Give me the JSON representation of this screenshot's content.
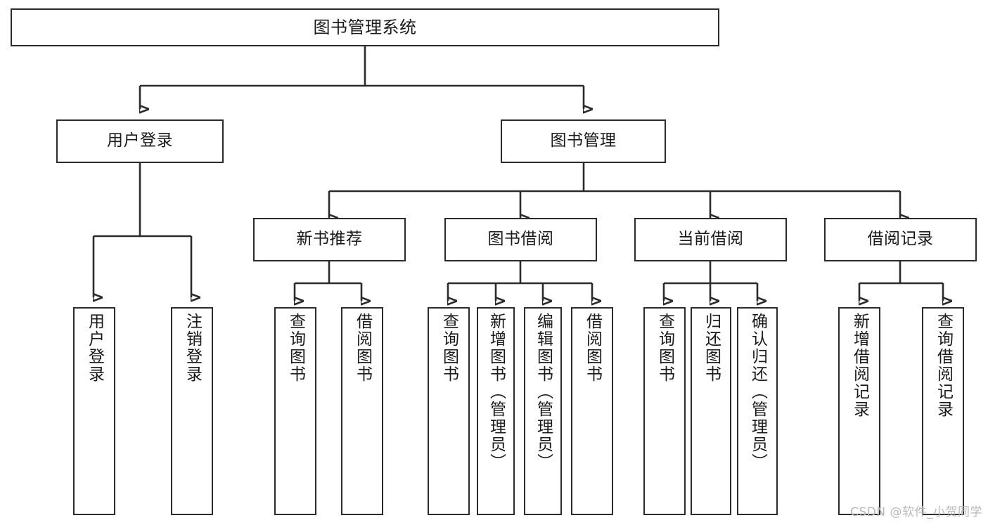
{
  "diagram": {
    "title": "图书管理系统",
    "watermark": "CSDN @软件_小贺同学",
    "colors": {
      "stroke": "#2b2b2b",
      "fill": "#ffffff",
      "text": "#1a1a1a",
      "watermark": "#b9b9b9"
    },
    "nodes": {
      "root": {
        "label": "图书管理系统"
      },
      "level1": [
        {
          "id": "user-login",
          "label": "用户登录"
        },
        {
          "id": "book-management",
          "label": "图书管理"
        }
      ],
      "level2": [
        {
          "id": "new-book-recommend",
          "label": "新书推荐"
        },
        {
          "id": "book-borrow",
          "label": "图书借阅"
        },
        {
          "id": "current-borrow",
          "label": "当前借阅"
        },
        {
          "id": "borrow-record",
          "label": "借阅记录"
        }
      ],
      "leaves": {
        "user_login": [
          {
            "id": "leaf-user-login",
            "label": "用户登录"
          },
          {
            "id": "leaf-logout",
            "label": "注销登录"
          }
        ],
        "new_book_recommend": [
          {
            "id": "leaf-query-book-1",
            "label": "查询图书"
          },
          {
            "id": "leaf-borrow-book-1",
            "label": "借阅图书"
          }
        ],
        "book_borrow": [
          {
            "id": "leaf-query-book-2",
            "label": "查询图书"
          },
          {
            "id": "leaf-add-book",
            "label": "新增图书（管理员）"
          },
          {
            "id": "leaf-edit-book",
            "label": "编辑图书（管理员）"
          },
          {
            "id": "leaf-borrow-book-2",
            "label": "借阅图书"
          }
        ],
        "current_borrow": [
          {
            "id": "leaf-query-book-3",
            "label": "查询图书"
          },
          {
            "id": "leaf-return-book",
            "label": "归还图书"
          },
          {
            "id": "leaf-confirm-return",
            "label": "确认归还（管理员）"
          }
        ],
        "borrow_record": [
          {
            "id": "leaf-add-record",
            "label": "新增借阅记录"
          },
          {
            "id": "leaf-query-record",
            "label": "查询借阅记录"
          }
        ]
      }
    }
  }
}
